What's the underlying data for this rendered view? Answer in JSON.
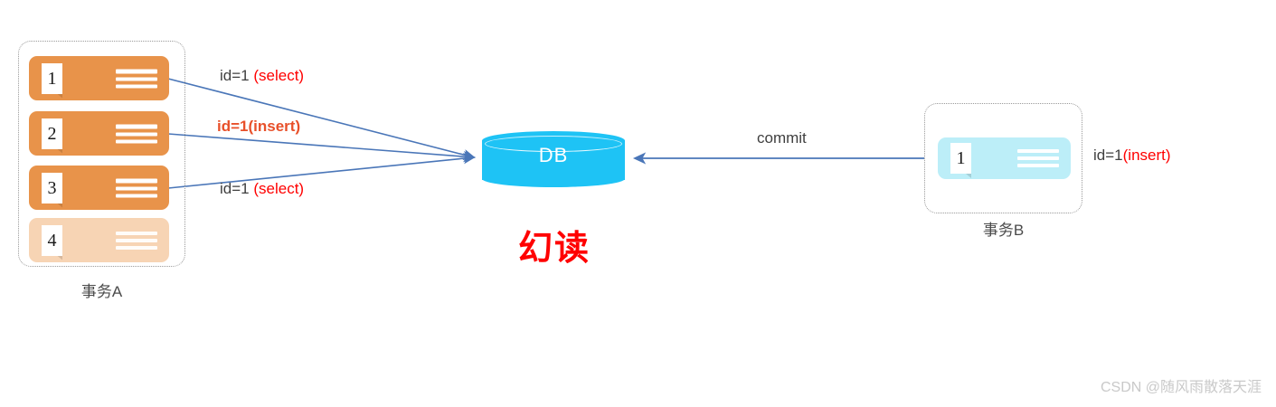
{
  "diagram": {
    "title_caption": "幻读",
    "watermark": "CSDN @随风雨散落天涯",
    "colors": {
      "card_solid": "#E8934A",
      "card_faded": "#F7D4B4",
      "card_cyan": "#BCEEF8",
      "db_cyan": "#1EC3F5",
      "arrow_blue": "#4A76B8",
      "red": "#FF0000",
      "insert_orange": "#E8502A",
      "group_border": "#9A9A9A",
      "watermark": "#C9C9C9"
    }
  },
  "transaction_a": {
    "label": "事务A",
    "cards": [
      {
        "number": "1",
        "state": "solid"
      },
      {
        "number": "2",
        "state": "solid"
      },
      {
        "number": "3",
        "state": "solid"
      },
      {
        "number": "4",
        "state": "faded"
      }
    ]
  },
  "transaction_b": {
    "label": "事务B",
    "cards": [
      {
        "number": "1",
        "state": "cyan"
      }
    ],
    "side_label_prefix": "id=1",
    "side_label_op": "(insert)"
  },
  "database": {
    "name": "DB"
  },
  "edges": [
    {
      "id": "select-1",
      "prefix": "id=1 ",
      "op": "(select)",
      "style": "normal"
    },
    {
      "id": "insert-a",
      "prefix": "id=1",
      "op": "(insert)",
      "style": "bold-orange"
    },
    {
      "id": "select-2",
      "prefix": "id=1 ",
      "op": "(select)",
      "style": "normal"
    },
    {
      "id": "commit",
      "prefix": "commit",
      "op": "",
      "style": "plain"
    }
  ]
}
